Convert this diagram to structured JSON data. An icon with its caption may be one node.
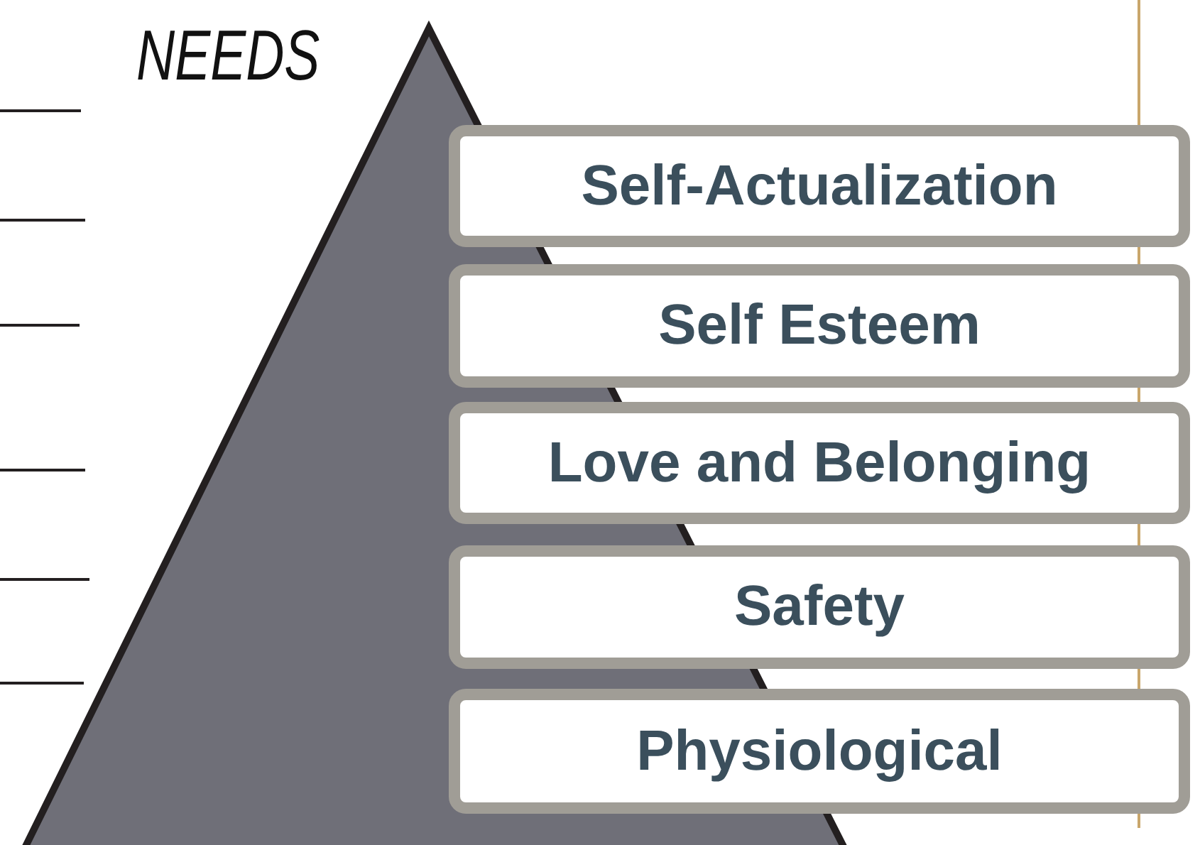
{
  "diagram": {
    "nodes": [
      {
        "text": [
          "Self-Actualization"
        ]
      },
      {
        "text": [
          "Self Esteem"
        ]
      },
      {
        "text": [
          "Love and Belonging"
        ]
      },
      {
        "text": [
          "Safety"
        ]
      },
      {
        "text": [
          "Physiological"
        ]
      }
    ],
    "labels": [
      "NEEDS"
    ]
  }
}
